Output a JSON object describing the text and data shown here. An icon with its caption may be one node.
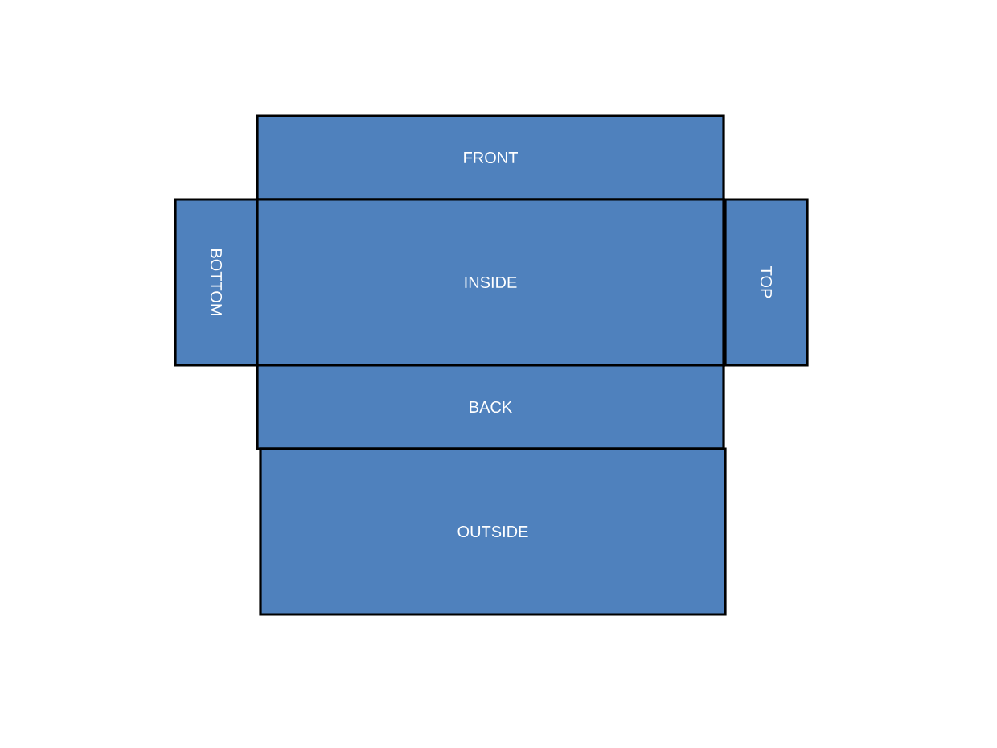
{
  "diagram": {
    "nodes": [
      {
        "text": [
          "FRONT"
        ]
      },
      {
        "text": [
          "BOTTOM"
        ]
      },
      {
        "text": [
          "INSIDE"
        ]
      },
      {
        "text": [
          "TOP"
        ]
      },
      {
        "text": [
          "BACK"
        ]
      },
      {
        "text": [
          "OUTSIDE"
        ]
      }
    ]
  }
}
